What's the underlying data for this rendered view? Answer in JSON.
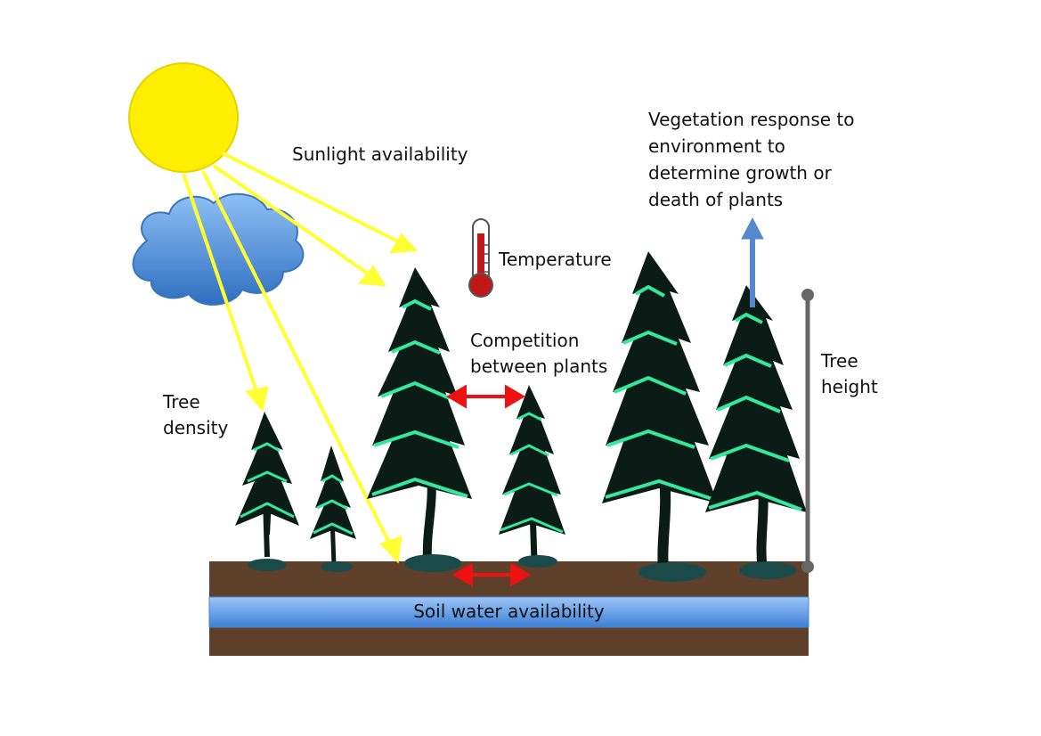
{
  "labels": {
    "sunlight": "Sunlight availability",
    "temperature": "Temperature",
    "competition_line1": "Competition",
    "competition_line2": "between plants",
    "tree_density_line1": "Tree",
    "tree_density_line2": "density",
    "tree_height_line1": "Tree",
    "tree_height_line2": "height",
    "vegetation_line1": "Vegetation response to",
    "vegetation_line2": "environment to",
    "vegetation_line3": "determine growth or",
    "vegetation_line4": "death of plants",
    "soil_water": "Soil water availability"
  },
  "colors": {
    "sun": "#ffee00",
    "sun_ray": "#ffff33",
    "cloud": "#4f8ed8",
    "soil": "#5e3f2a",
    "water_band": "#5f9fe8",
    "tree_dark": "#0b1c16",
    "tree_green": "#33e8a0",
    "competition_arrow": "#ee1111",
    "height_bar": "#666666",
    "response_arrow": "#5588cc",
    "thermometer": "#c01818"
  },
  "icons": {
    "sun": "sun-icon",
    "cloud": "cloud-icon",
    "thermometer": "thermometer-icon"
  }
}
